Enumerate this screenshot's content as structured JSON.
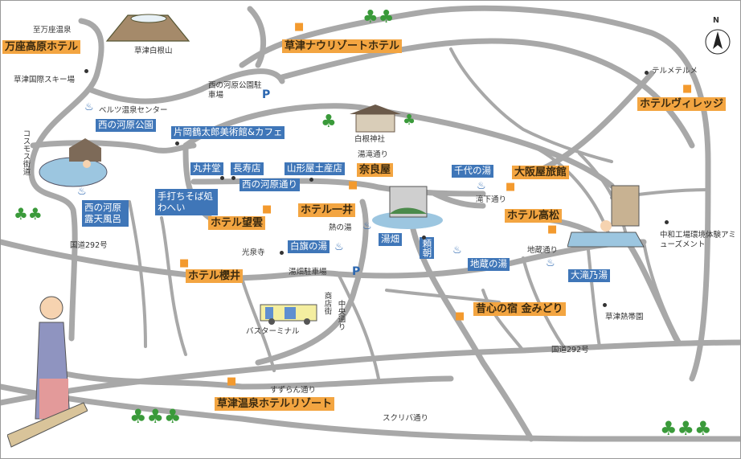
{
  "map_title_none": null,
  "hotels": [
    {
      "name": "万座高原ホテル"
    },
    {
      "name": "草津ナウリゾートホテル"
    },
    {
      "name": "ホテルヴィレッジ"
    },
    {
      "name": "奈良屋"
    },
    {
      "name": "大阪屋旅館"
    },
    {
      "name": "ホテル一井"
    },
    {
      "name": "ホテル望雲"
    },
    {
      "name": "ホテル高松"
    },
    {
      "name": "ホテル櫻井"
    },
    {
      "name": "昔心の宿 金みどり"
    },
    {
      "name": "草津温泉ホテルリゾート"
    }
  ],
  "spots": [
    {
      "name": "西の河原公園"
    },
    {
      "name": "片岡鶴太郎美術館&カフェ"
    },
    {
      "name": "丸井堂"
    },
    {
      "name": "長寿店"
    },
    {
      "name": "山形屋土産店"
    },
    {
      "name": "西の河原通り"
    },
    {
      "name": "手打ちそば処わへい"
    },
    {
      "name": "西の河原露天風呂"
    },
    {
      "name": "千代の湯"
    },
    {
      "name": "白旗の湯"
    },
    {
      "name": "湯畑"
    },
    {
      "name": "頼朝"
    },
    {
      "name": "地蔵の湯"
    },
    {
      "name": "大滝乃湯"
    }
  ],
  "places": [
    {
      "name": "至万座温泉"
    },
    {
      "name": "草津白根山"
    },
    {
      "name": "草津国際スキー場"
    },
    {
      "name": "ベルツ温泉センター"
    },
    {
      "name": "西の河原公園駐車場"
    },
    {
      "name": "白根神社"
    },
    {
      "name": "湯滝通り"
    },
    {
      "name": "テルメテルメ"
    },
    {
      "name": "熱の湯"
    },
    {
      "name": "光泉寺"
    },
    {
      "name": "湯畑駐車場"
    },
    {
      "name": "滝下通り"
    },
    {
      "name": "地蔵通り"
    },
    {
      "name": "中和工場環境体験アミューズメント"
    },
    {
      "name": "草津熱帯園"
    },
    {
      "name": "国道292号"
    },
    {
      "name": "国道292号"
    },
    {
      "name": "バスターミナル"
    },
    {
      "name": "商店街"
    },
    {
      "name": "中央通り"
    },
    {
      "name": "すずらん通り"
    },
    {
      "name": "スクリバ通り"
    },
    {
      "name": "コスモス街道"
    }
  ],
  "compass": {
    "label": "N"
  },
  "parking": {
    "label": "P"
  },
  "colors": {
    "hotel": "#f3a541",
    "spot": "#3f76b8",
    "road": "#a8a8a8"
  }
}
